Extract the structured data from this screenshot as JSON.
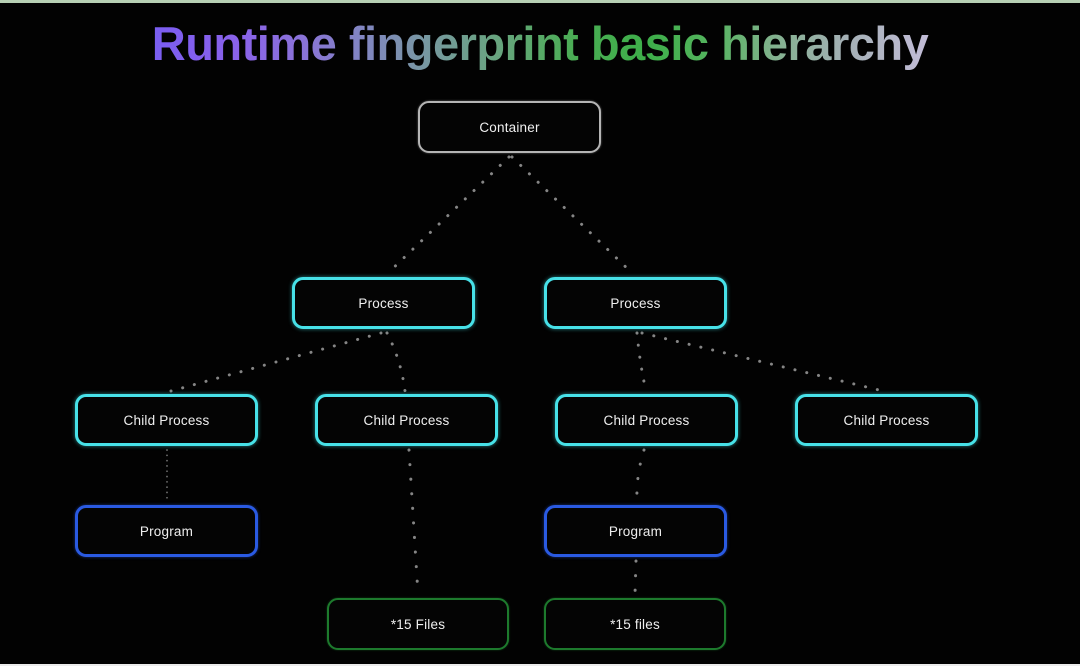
{
  "title": "Runtime fingerprint basic hierarchy",
  "colors": {
    "background": "#020202",
    "container_border": "#b5b5b5",
    "process_border": "#47e1e8",
    "program_border": "#2a5ae2",
    "files_border": "#1d7a2d",
    "edge": "#858585",
    "node_text": "#efefef",
    "top_edge": "#b7d0b4",
    "bottom_edge": "#ececec",
    "title_gradient_stops": [
      "#4e8ef2 0%",
      "#5f75f0 8%",
      "#7c5df0 15%",
      "#8a62ea 22%",
      "#8a73d8 28%",
      "#8187c0 34%",
      "#76999e 40%",
      "#68a47f 46%",
      "#4bad55 53%",
      "#3dae49 60%",
      "#55b45f 66%",
      "#84b190 72%",
      "#a3b0b4 78%",
      "#bfbbd4 85%",
      "#d3c9e6 93%",
      "#dcd4ea 100%"
    ]
  },
  "nodes": {
    "container": {
      "label": "Container",
      "type": "container"
    },
    "process_1": {
      "label": "Process",
      "type": "process"
    },
    "process_2": {
      "label": "Process",
      "type": "process"
    },
    "child_1": {
      "label": "Child Process",
      "type": "process"
    },
    "child_2": {
      "label": "Child Process",
      "type": "process"
    },
    "child_3": {
      "label": "Child Process",
      "type": "process"
    },
    "child_4": {
      "label": "Child Process",
      "type": "process"
    },
    "program_1": {
      "label": "Program",
      "type": "program"
    },
    "program_2": {
      "label": "Program",
      "type": "program"
    },
    "files_1": {
      "label": "*15 Files",
      "type": "files"
    },
    "files_2": {
      "label": "*15 files",
      "type": "files"
    }
  },
  "edges": [
    {
      "from": "container",
      "to": "process_1"
    },
    {
      "from": "container",
      "to": "process_2"
    },
    {
      "from": "process_1",
      "to": "child_1"
    },
    {
      "from": "process_1",
      "to": "child_2"
    },
    {
      "from": "process_2",
      "to": "child_3"
    },
    {
      "from": "process_2",
      "to": "child_4"
    },
    {
      "from": "child_1",
      "to": "program_1"
    },
    {
      "from": "child_2",
      "to": "files_1"
    },
    {
      "from": "child_3",
      "to": "program_2"
    },
    {
      "from": "program_2",
      "to": "files_2"
    }
  ]
}
